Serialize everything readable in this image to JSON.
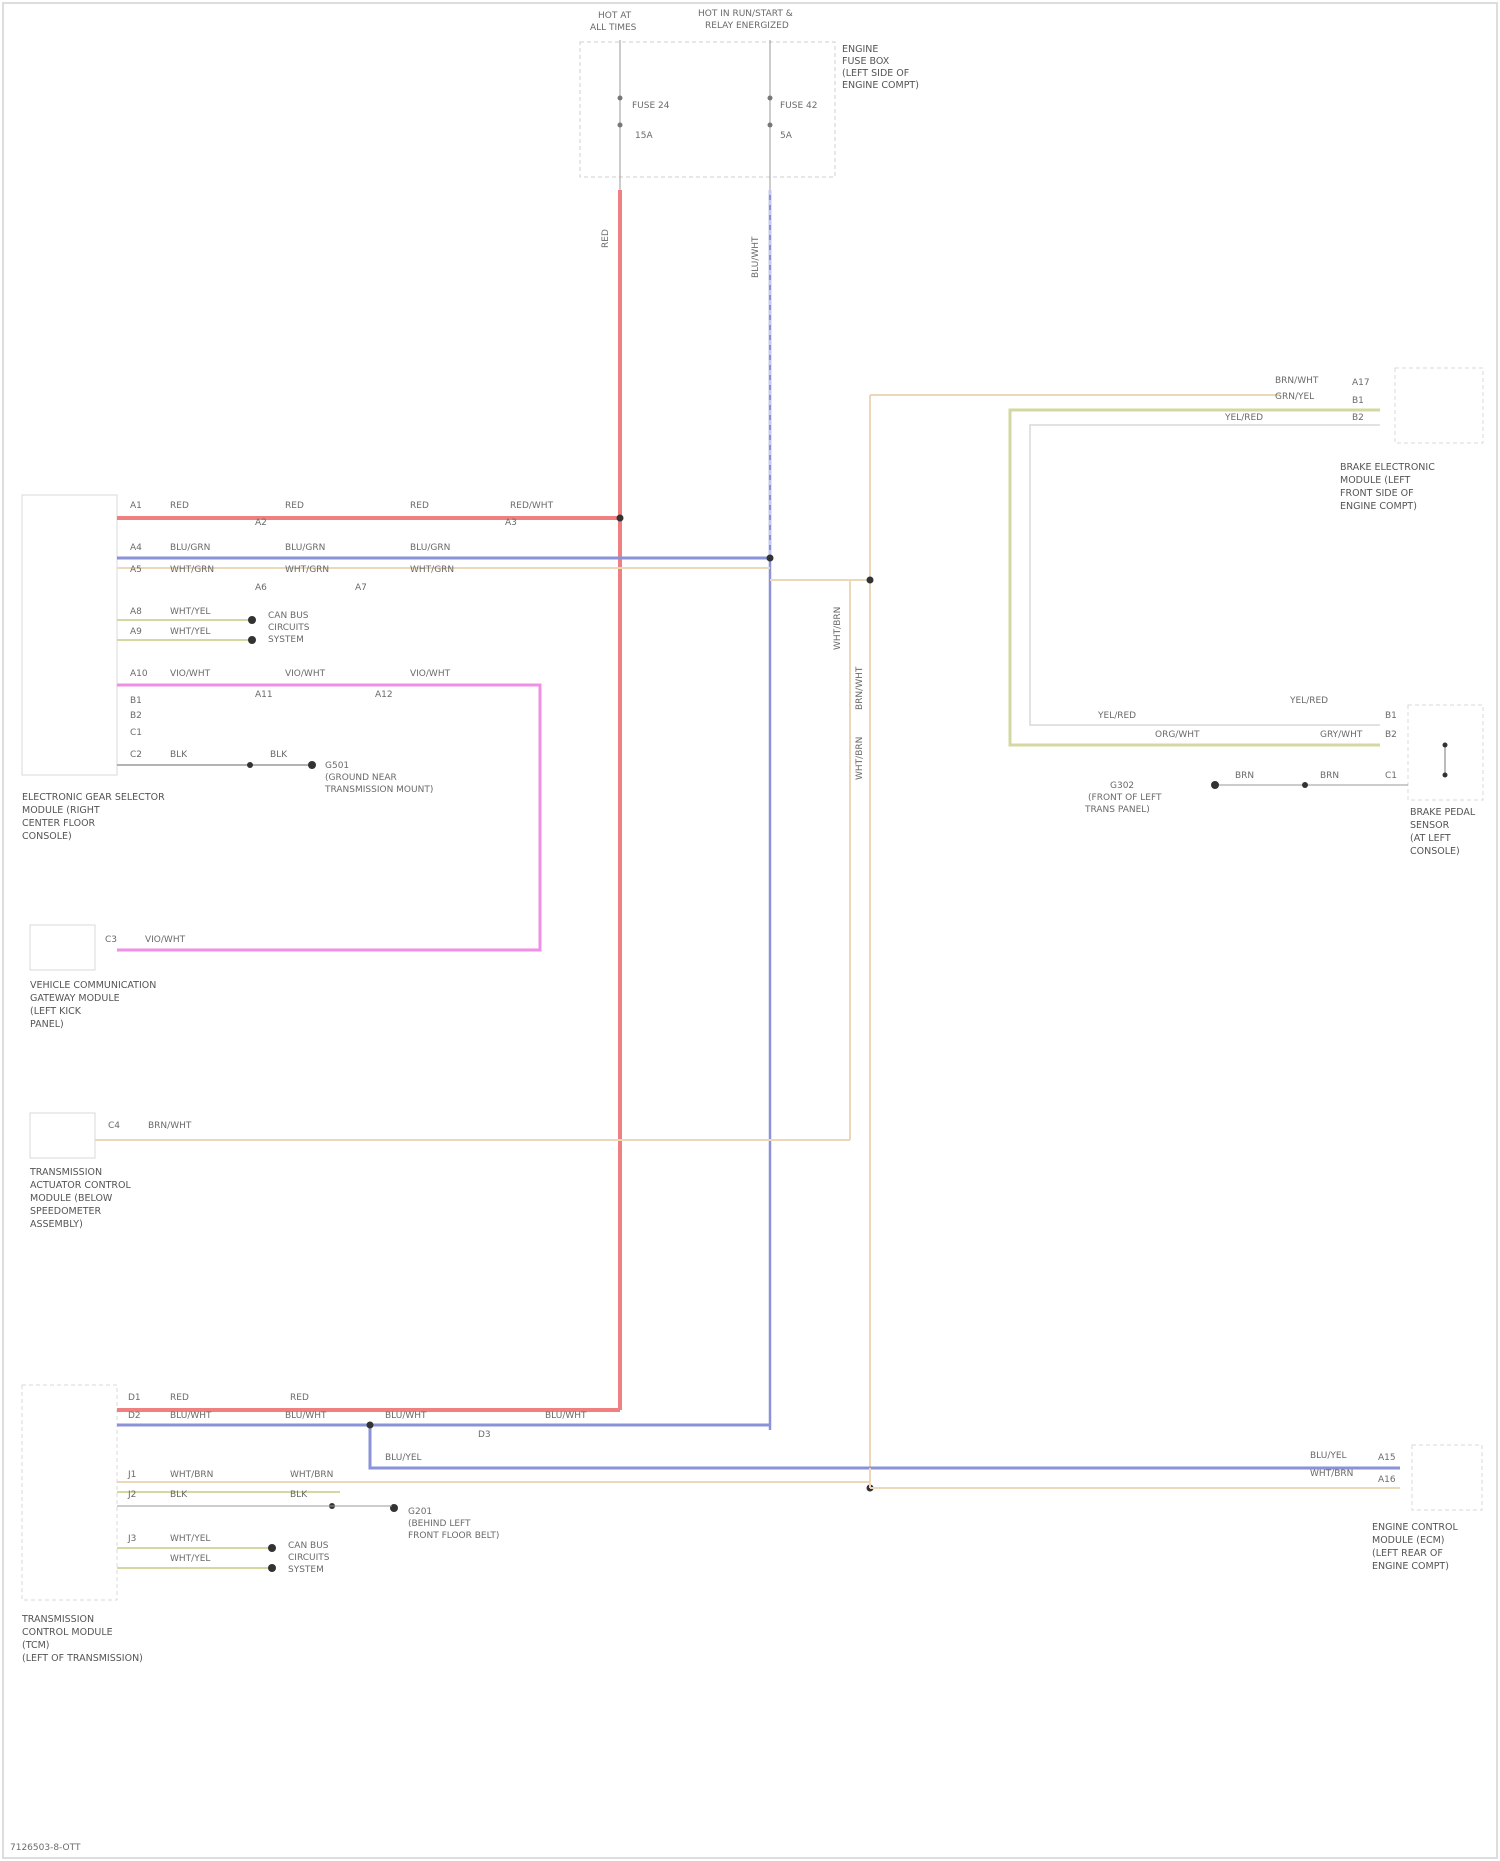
{
  "diagram": {
    "components": {
      "fuse_box": [
        "ENGINE",
        "FUSE BOX",
        "(LEFT SIDE OF",
        "ENGINE COMPT)"
      ],
      "hot_left": [
        "HOT AT",
        "ALL TIMES"
      ],
      "hot_right": [
        "HOT IN RUN/START &",
        "RELAY ENERGIZED"
      ],
      "fuse_left": [
        "FUSE 24",
        "15A"
      ],
      "fuse_right": [
        "FUSE 42",
        "5A"
      ],
      "gear_selector": [
        "ELECTRONIC GEAR SELECTOR",
        "MODULE (RIGHT",
        "CENTER FLOOR",
        "CONSOLE)"
      ],
      "vehicle_comm": [
        "VEHICLE COMMUNICATION",
        "GATEWAY MODULE",
        "(LEFT KICK",
        "PANEL)"
      ],
      "trans_actuator": [
        "TRANSMISSION",
        "ACTUATOR CONTROL",
        "MODULE (BELOW",
        "SPEEDOMETER",
        "ASSEMBLY)"
      ],
      "tcm": [
        "TRANSMISSION",
        "CONTROL MODULE",
        "(TCM)",
        "(LEFT OF TRANSMISSION)"
      ],
      "engine_ctrl_module": [
        "ENGINE CONTROL",
        "MODULE (ECM)",
        "(LEFT REAR OF",
        "ENGINE COMPT)"
      ],
      "top_right_module": [
        "BRAKE ELECTRONIC",
        "MODULE (LEFT",
        "FRONT SIDE OF",
        "ENGINE COMPT)"
      ],
      "brake_pedal_sensor": [
        "BRAKE PEDAL",
        "SENSOR",
        "(AT LEFT",
        "CONSOLE)"
      ]
    },
    "notes": {
      "canbus_1": [
        "CAN BUS",
        "CIRCUITS",
        "SYSTEM"
      ],
      "canbus_2": [
        "CAN BUS",
        "CIRCUITS",
        "SYSTEM"
      ],
      "ground_1": [
        "G501",
        "(GROUND NEAR",
        "TRANSMISSION MOUNT)"
      ],
      "ground_2": [
        "G201",
        "(BEHIND LEFT",
        "FRONT FLOOR BELT)"
      ],
      "ground_3": [
        "G302",
        "(FRONT OF LEFT",
        "TRANS PANEL)"
      ],
      "canbus_3": [
        "CAN BUS",
        "CIRCUITS",
        "SYSTEM"
      ]
    },
    "wires": {
      "red": "RED",
      "blu_grn": "BLU/GRN",
      "blu_wht": "BLU/WHT",
      "wht_grn": "WHT/GRN",
      "wht_yel": "WHT/YEL",
      "vio_wht": "VIO/WHT",
      "brn": "BRN",
      "brn_wht": "BRN/WHT",
      "grn_yel": "GRN/YEL",
      "yel_red": "YEL/RED",
      "org_wht": "ORG/WHT",
      "blk": "BLK",
      "gry_wht": "GRY/WHT",
      "wht_brn": "WHT/BRN",
      "red_wht": "RED/WHT",
      "blu_yel": "BLU/YEL"
    },
    "pins": [
      "A1",
      "A2",
      "A3",
      "A4",
      "A5",
      "A6",
      "A7",
      "A8",
      "A9",
      "A10",
      "A11",
      "A12",
      "B1",
      "B2",
      "C1",
      "C2",
      "C3",
      "C4",
      "D1",
      "D2",
      "D3",
      "J1",
      "J2",
      "J3",
      "A15",
      "A16",
      "A17"
    ],
    "footer_id": "7126503-8-OTT",
    "colors": {
      "red": "#f08080",
      "blue": "#8a93d8",
      "tan": "#ecd7b8",
      "olive": "#d4d8a0",
      "pink": "#ef8fe6",
      "line": "#9a9a9a",
      "box": "#d8d8d8"
    }
  }
}
